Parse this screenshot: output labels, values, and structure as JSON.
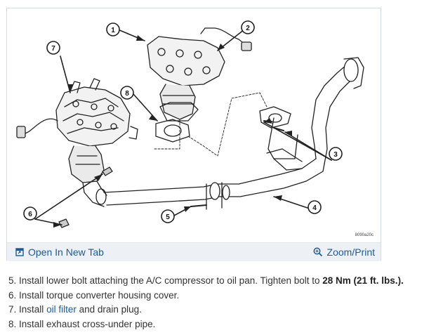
{
  "figure": {
    "code": "8090a20c",
    "callouts": [
      "1",
      "2",
      "3",
      "4",
      "5",
      "6",
      "7",
      "8"
    ]
  },
  "toolbar": {
    "open_label": "Open In New Tab",
    "zoom_label": "Zoom/Print",
    "open_icon": "open-in-new-tab-icon",
    "zoom_icon": "magnifier-icon",
    "link_color": "#1a5a9c"
  },
  "steps": [
    {
      "number": "5.",
      "text_before": "Install lower bolt attaching the A/C compressor to oil pan. Tighten bolt to ",
      "bold": "28 Nm (21 ft. lbs.)."
    },
    {
      "number": "6.",
      "text": "Install torque converter housing cover."
    },
    {
      "number": "7.",
      "text_before": "Install ",
      "link": "oil filter",
      "text_after": " and drain plug."
    },
    {
      "number": "8.",
      "text": "Install exhaust cross-under pipe."
    }
  ]
}
